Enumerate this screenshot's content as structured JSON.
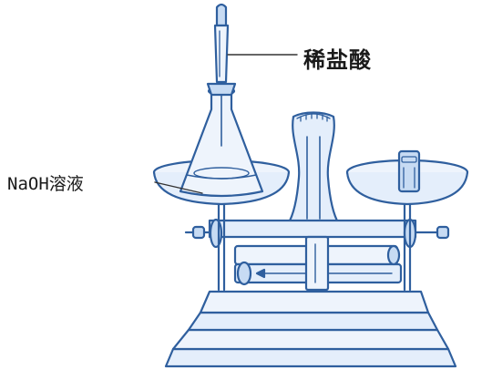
{
  "labels": {
    "acid": "稀盐酸",
    "base_prefix": "NaOH",
    "base_suffix": "溶液"
  },
  "colors": {
    "outline": "#2f5f9e",
    "fill_light": "#e4eefb",
    "fill_mid": "#c7dbf3",
    "text": "#1a1a1a"
  }
}
